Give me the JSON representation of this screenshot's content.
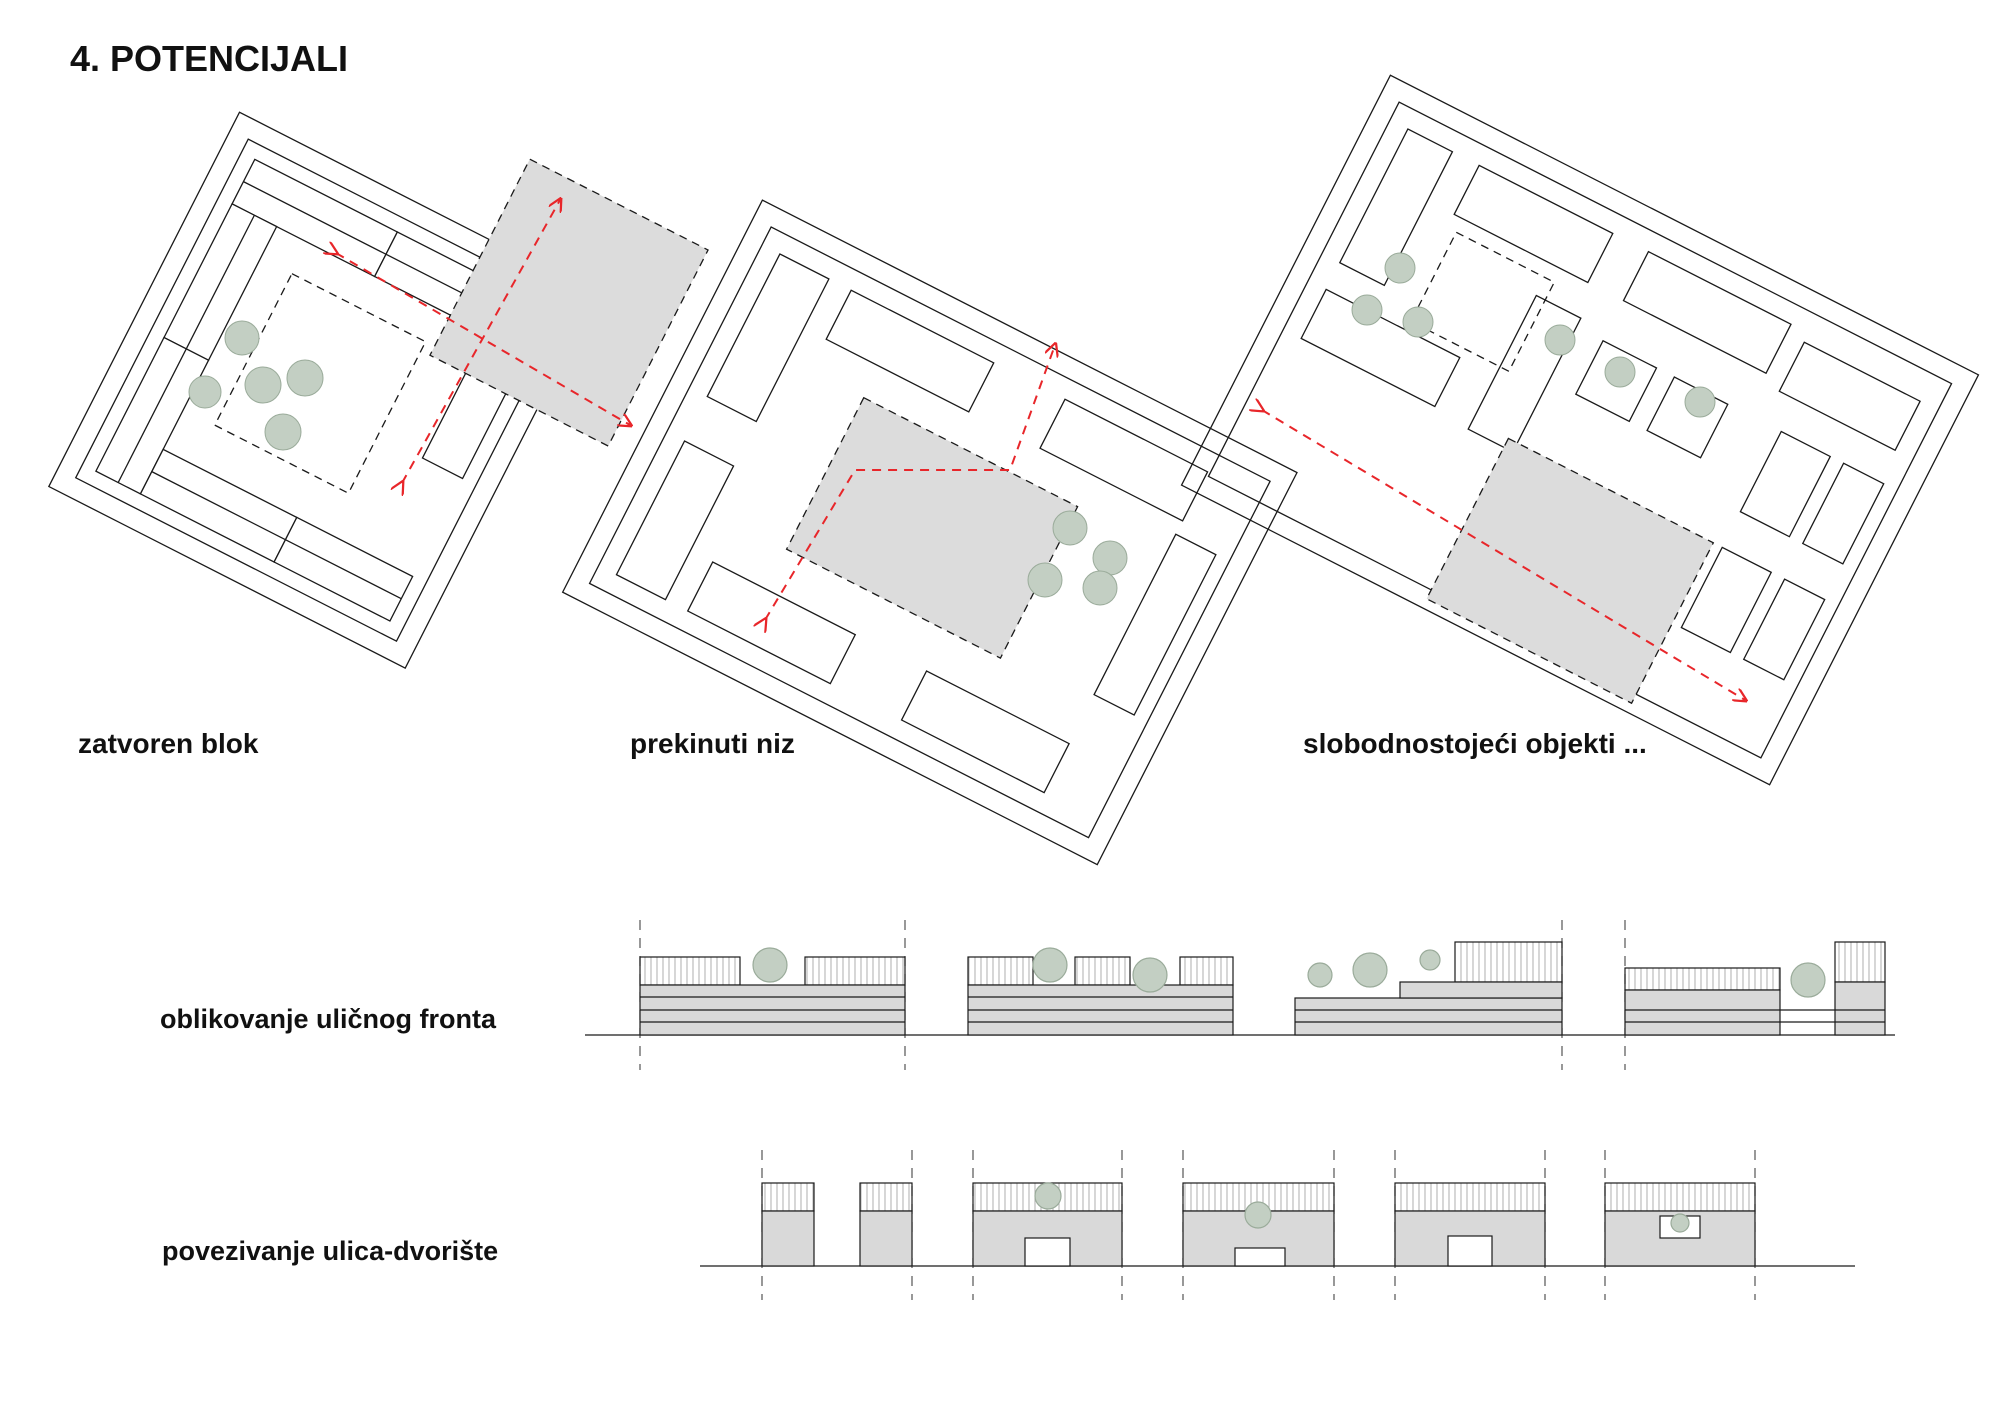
{
  "title": "4. POTENCIJALI",
  "typologies": [
    {
      "id": "closed",
      "label": "zatvoren blok"
    },
    {
      "id": "broken",
      "label": "prekinuti niz"
    },
    {
      "id": "free",
      "label": "slobodnostojeći objekti   ..."
    }
  ],
  "rows": {
    "front": {
      "label": "oblikovanje uličnog fronta"
    },
    "link": {
      "label": "povezivanje ulica-dvorište"
    }
  },
  "colors": {
    "ink": "#1a1a1a",
    "plaza": "#dcdcdc",
    "arrow": "#e8262a",
    "tree": "#b9c7b9",
    "slab": "#d9d9d9"
  }
}
